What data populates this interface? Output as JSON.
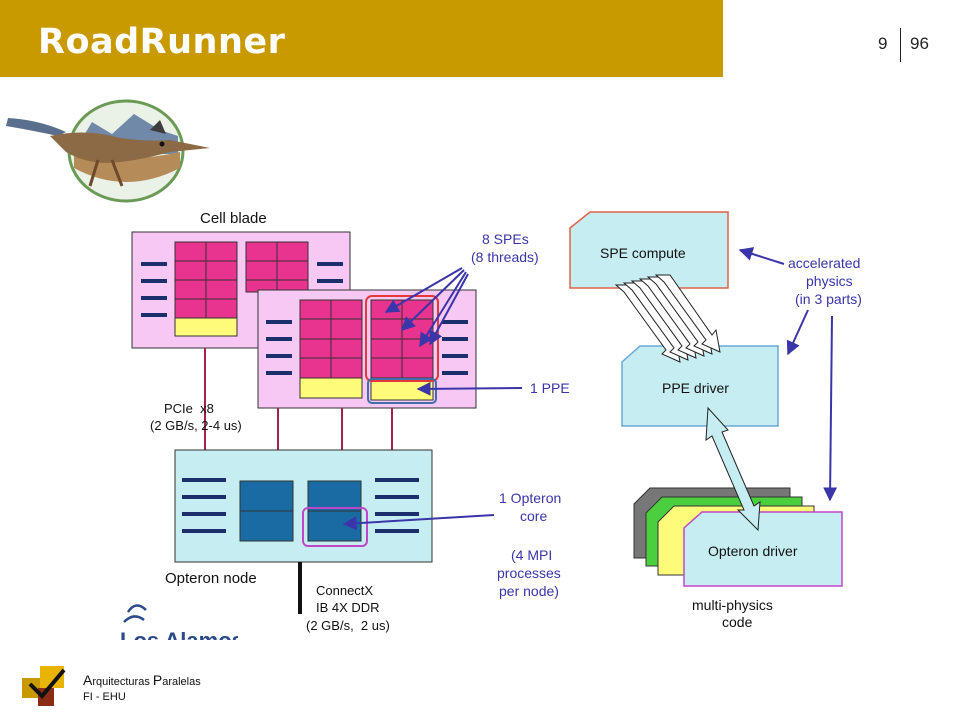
{
  "header": {
    "title": "RoadRunner",
    "slide_number": "9",
    "total_slides": "96"
  },
  "logo": {
    "name": "roadrunner-logo"
  },
  "diagram": {
    "cell_blade_label": "Cell blade",
    "spes_label_1": "8 SPEs",
    "spes_label_2": "(8 threads)",
    "ppe_label": "1 PPE",
    "pcie_label_1": "PCIe  x8",
    "pcie_label_2": "(2 GB/s, 2-4 us)",
    "opteron_core_label_1": "1 Opteron",
    "opteron_core_label_2": "core",
    "mpi_label_1": "(4 MPI",
    "mpi_label_2": "processes",
    "mpi_label_3": "per node)",
    "opteron_node_label": "Opteron node",
    "connectx_label_1": "ConnectX",
    "connectx_label_2": "IB 4X DDR",
    "connectx_label_3": "(2 GB/s,  2 us)",
    "los_alamos_label": "Los Alamos",
    "spe_compute_label": "SPE compute",
    "accel_label_1": "accelerated",
    "accel_label_2": "physics",
    "accel_label_3": "(in 3 parts)",
    "ppe_driver_label": "PPE driver",
    "opteron_driver_label": "Opteron driver",
    "multiphysics_label_1": "multi-physics",
    "multiphysics_label_2": "code"
  },
  "footer": {
    "line1_a_big": "A",
    "line1_a_rest": "rquitecturas ",
    "line1_p_big": "P",
    "line1_p_rest": "aralelas",
    "line2": "FI - EHU"
  },
  "colors": {
    "header": "#c99a00",
    "pink": "#f7c8f4",
    "magenta": "#e8338f",
    "yellow": "#fffb7a",
    "cyan": "#c6eef2",
    "navy": "#1a2f6b",
    "arrow": "#3a35a8"
  }
}
